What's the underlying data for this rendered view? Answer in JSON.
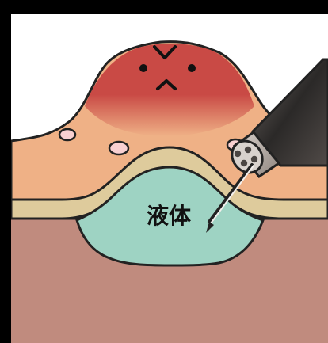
{
  "illustration": {
    "liquid_label": "液体",
    "colors": {
      "background": "#ffffff",
      "tissue": "#efb186",
      "lesion": "#c94a45",
      "lesion_edge": "#d0594c",
      "membrane": "#decb9c",
      "lower_tissue": "#c08b7e",
      "fluid": "#9ed3c3",
      "outline": "#222222",
      "instrument_dark": "#2c2a29",
      "instrument_mid": "#6d6662",
      "instrument_light": "#c6bcb4"
    },
    "icons": {
      "face": "smiling-lesion-face",
      "instrument": "endoscope-needle",
      "bubbles": "tissue-bubbles"
    }
  }
}
